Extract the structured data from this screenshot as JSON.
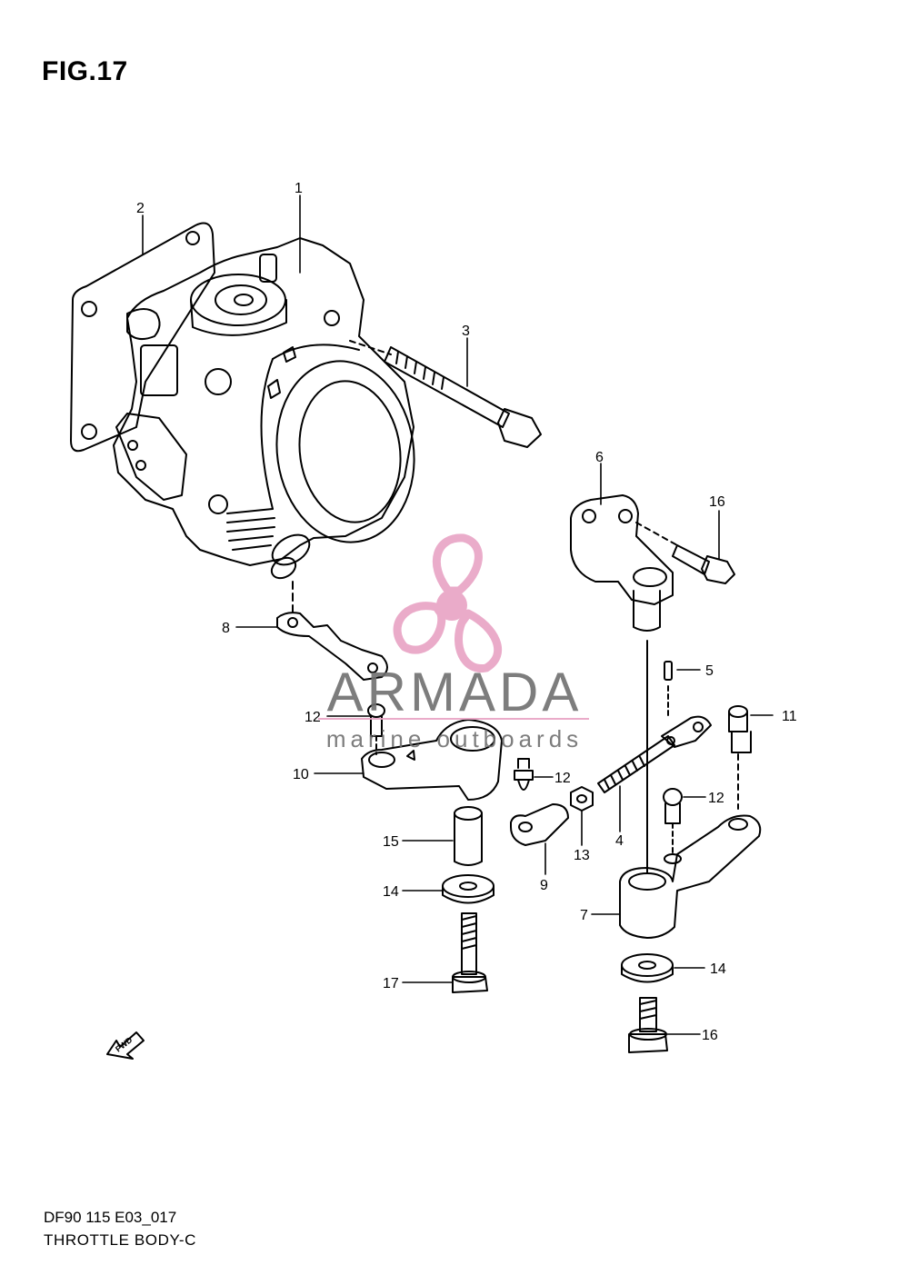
{
  "figure": {
    "title": "FIG.17",
    "code": "DF90 115 E03_017",
    "name": "THROTTLE  BODY-C"
  },
  "watermark": {
    "brand": "ARMADA",
    "tagline": "marine outboards",
    "accent_color": "#e8a3c4",
    "text_color": "#6f6f6f"
  },
  "fwd_label": "FWD",
  "callouts": [
    "1",
    "2",
    "3",
    "4",
    "5",
    "6",
    "7",
    "8",
    "9",
    "10",
    "11",
    "12",
    "12",
    "12",
    "13",
    "14",
    "14",
    "15",
    "16",
    "16",
    "17"
  ]
}
